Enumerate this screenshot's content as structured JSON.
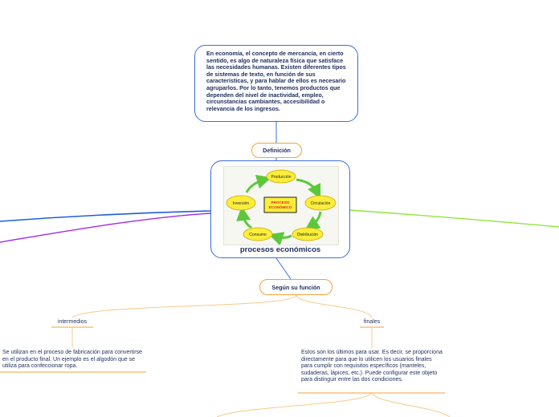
{
  "definition": {
    "text": "En economía, el concepto de mercancía, en cierto sentido, es algo de naturaleza física que satisface las necesidades humanas. Existen diferentes tipos de sistemas de texto, en función de sus características, y para hablar de ellos es necesario agruparlos. Por lo tanto, tenemos productos que dependen del nivel de inactividad, empleo, circunstancias cambiantes, accesibilidad o relevancia de los ingresos."
  },
  "definition_label": "Definición",
  "central": {
    "title": "procesos económicos",
    "cycle_center": [
      "PROCESO",
      "ECONÓMICO"
    ],
    "cycle_steps": [
      "Producción",
      "Circulación",
      "Distribución",
      "Consumo",
      "Inversión"
    ]
  },
  "function_label": "Según su función",
  "intermedios": {
    "label": "intermedios",
    "desc": "Se utilizan en el proceso de fabricación para convertirse en el producto final. Un ejemplo es el algodón que se utiliza para confeccionar ropa."
  },
  "finales": {
    "label": "finales",
    "desc": "Estos son los últimos para usar. Es decir, se proporciona directamente para que lo utilicen los usuarios finales para cumplir con requisitos específicos (manteles, sudaderas, lápices, etc.). Puede configurar este objeto para distinguir entre las dos condiciones."
  },
  "colors": {
    "blue_border": "#3a6fd8",
    "orange_border": "#f3a23a",
    "orange_line": "#f8c98a",
    "branch_blue": "#1f5fd6",
    "branch_purple": "#a12ae8",
    "branch_green": "#8ee83a",
    "text": "#1e2d5c",
    "ellipse_fill": "#fbee3b",
    "arrow_green": "#5cc73b",
    "center_text": "#d62b1f"
  }
}
